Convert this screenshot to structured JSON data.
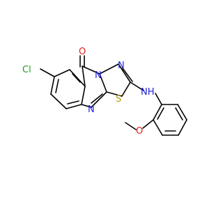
{
  "molecule": {
    "atoms": {
      "cl": {
        "label": "Cl",
        "color": "#1f9c1f"
      },
      "o_carbonyl": {
        "label": "O",
        "color": "#e21b1b"
      },
      "n_ring": {
        "label": "N",
        "color": "#2020e0"
      },
      "n_thiadiazole": {
        "label": "N",
        "color": "#2020e0"
      },
      "n_quinazoline": {
        "label": "N",
        "color": "#2020e0"
      },
      "s": {
        "label": "S",
        "color": "#b49b00"
      },
      "nh": {
        "label": "NH",
        "color": "#2020e0"
      },
      "o_methoxy": {
        "label": "O",
        "color": "#e21b1b"
      }
    }
  }
}
